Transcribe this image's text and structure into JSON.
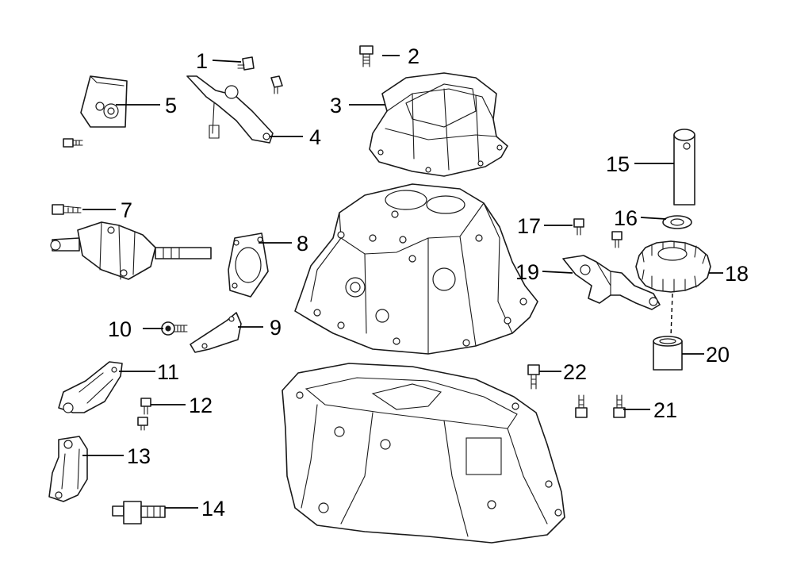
{
  "diagram": {
    "callouts": [
      {
        "id": "1",
        "label": "1"
      },
      {
        "id": "2",
        "label": "2"
      },
      {
        "id": "3",
        "label": "3"
      },
      {
        "id": "4",
        "label": "4"
      },
      {
        "id": "5",
        "label": "5"
      },
      {
        "id": "7",
        "label": "7"
      },
      {
        "id": "8",
        "label": "8"
      },
      {
        "id": "9",
        "label": "9"
      },
      {
        "id": "10",
        "label": "10"
      },
      {
        "id": "11",
        "label": "11"
      },
      {
        "id": "12",
        "label": "12"
      },
      {
        "id": "13",
        "label": "13"
      },
      {
        "id": "14",
        "label": "14"
      },
      {
        "id": "15",
        "label": "15"
      },
      {
        "id": "16",
        "label": "16"
      },
      {
        "id": "17",
        "label": "17"
      },
      {
        "id": "18",
        "label": "18"
      },
      {
        "id": "19",
        "label": "19"
      },
      {
        "id": "20",
        "label": "20"
      },
      {
        "id": "21",
        "label": "21"
      },
      {
        "id": "22",
        "label": "22"
      }
    ]
  }
}
